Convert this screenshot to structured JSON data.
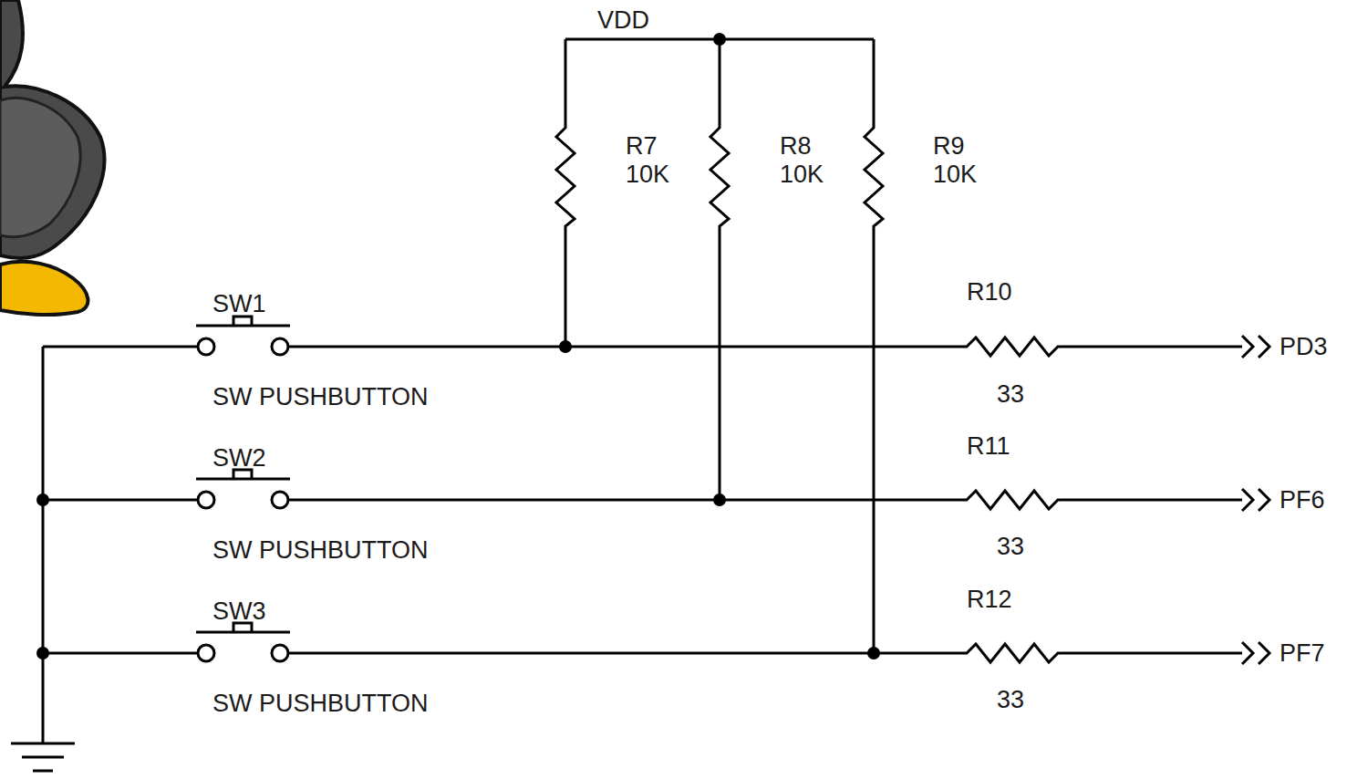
{
  "diagram": {
    "labels": [
      "VDD",
      "R7",
      "10K",
      "R8",
      "10K",
      "R9",
      "10K",
      "R10",
      "33",
      "R11",
      "33",
      "R12",
      "33",
      "PD3",
      "PF6",
      "PF7",
      "SW1",
      "SW PUSHBUTTON",
      "SW2",
      "SW PUSHBUTTON",
      "SW3",
      "SW PUSHBUTTON"
    ]
  }
}
